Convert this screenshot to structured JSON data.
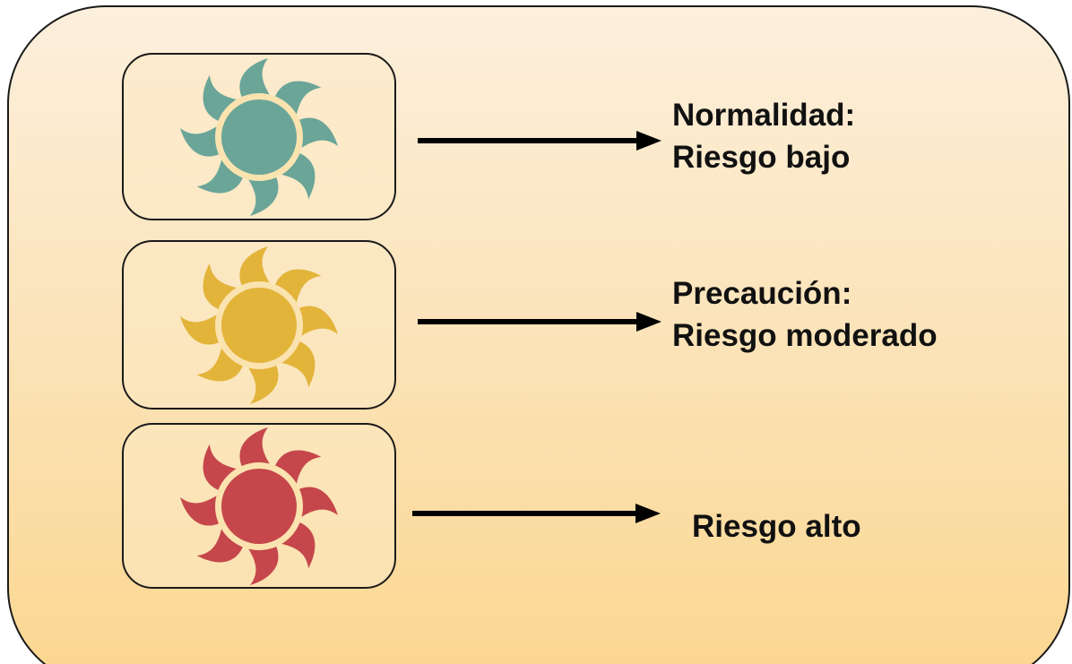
{
  "levels": [
    {
      "icon": "sun-icon",
      "color": "#6aa598",
      "heading": "Normalidad:",
      "text": "Riesgo bajo"
    },
    {
      "icon": "sun-icon",
      "color": "#e3b43a",
      "heading": "Precaución:",
      "text": "Riesgo moderado"
    },
    {
      "icon": "sun-icon",
      "color": "#c5474b",
      "heading": "",
      "text": "Riesgo alto"
    }
  ],
  "colors": {
    "background_top": "#fcefdc",
    "background_bottom": "#fbd68f",
    "sun_ring": "#fbe3b0",
    "outline": "#1a1a1a"
  }
}
